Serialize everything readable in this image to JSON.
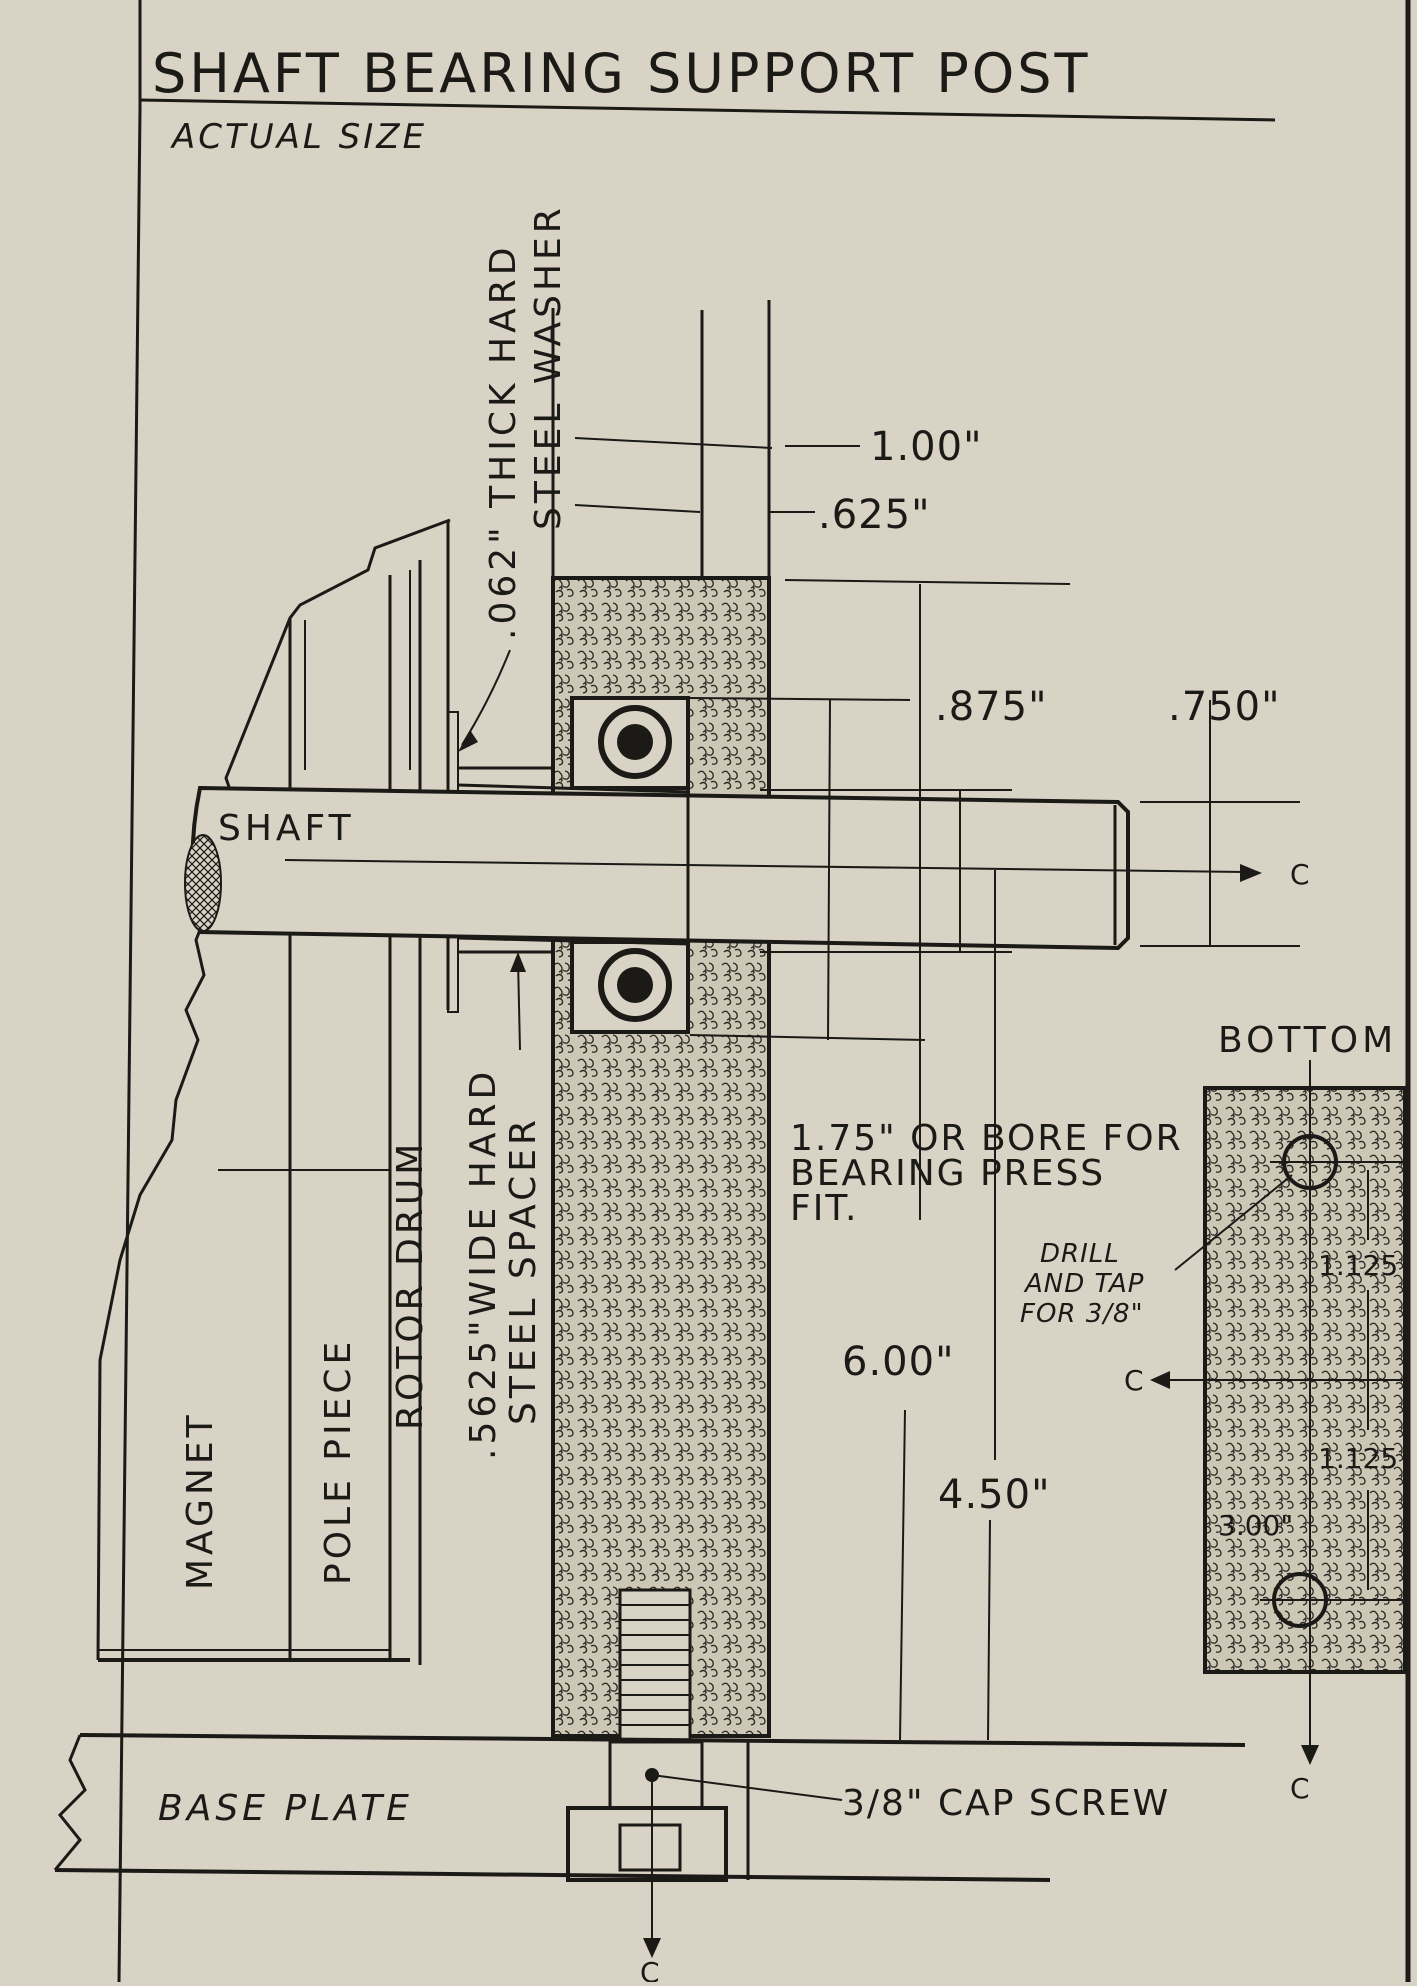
{
  "title": "SHAFT BEARING SUPPORT POST",
  "subtitle": "ACTUAL SIZE",
  "labels": {
    "washer_line1": ".062\" THICK HARD",
    "washer_line2": "STEEL WASHER",
    "shaft": "SHAFT",
    "magnet": "MAGNET",
    "pole_piece": "POLE PIECE",
    "rotor_drum": "ROTOR DRUM",
    "spacer_line1": ".5625\"WIDE HARD",
    "spacer_line2": "STEEL SPACER",
    "base_plate": "BASE PLATE",
    "cap_screw": "3/8\" CAP SCREW",
    "bore_line1": "1.75\" OR BORE FOR",
    "bore_line2": "BEARING PRESS",
    "bore_line3": "FIT.",
    "bottom": "BOTTOM",
    "drill_line1": "DRILL",
    "drill_line2": "AND TAP",
    "drill_line3": "FOR 3/8\"",
    "centerline": "C"
  },
  "dimensions": {
    "d_1_00": "1.00\"",
    "d_625": ".625\"",
    "d_875": ".875\"",
    "d_750": ".750\"",
    "d_6_00": "6.00\"",
    "d_4_50": "4.50\"",
    "d_1_125_a": "1.125",
    "d_1_125_b": "1.125",
    "d_3_00": "3.00\""
  },
  "colors": {
    "paper": "#d8d3c4",
    "ink": "#1b1a17"
  }
}
